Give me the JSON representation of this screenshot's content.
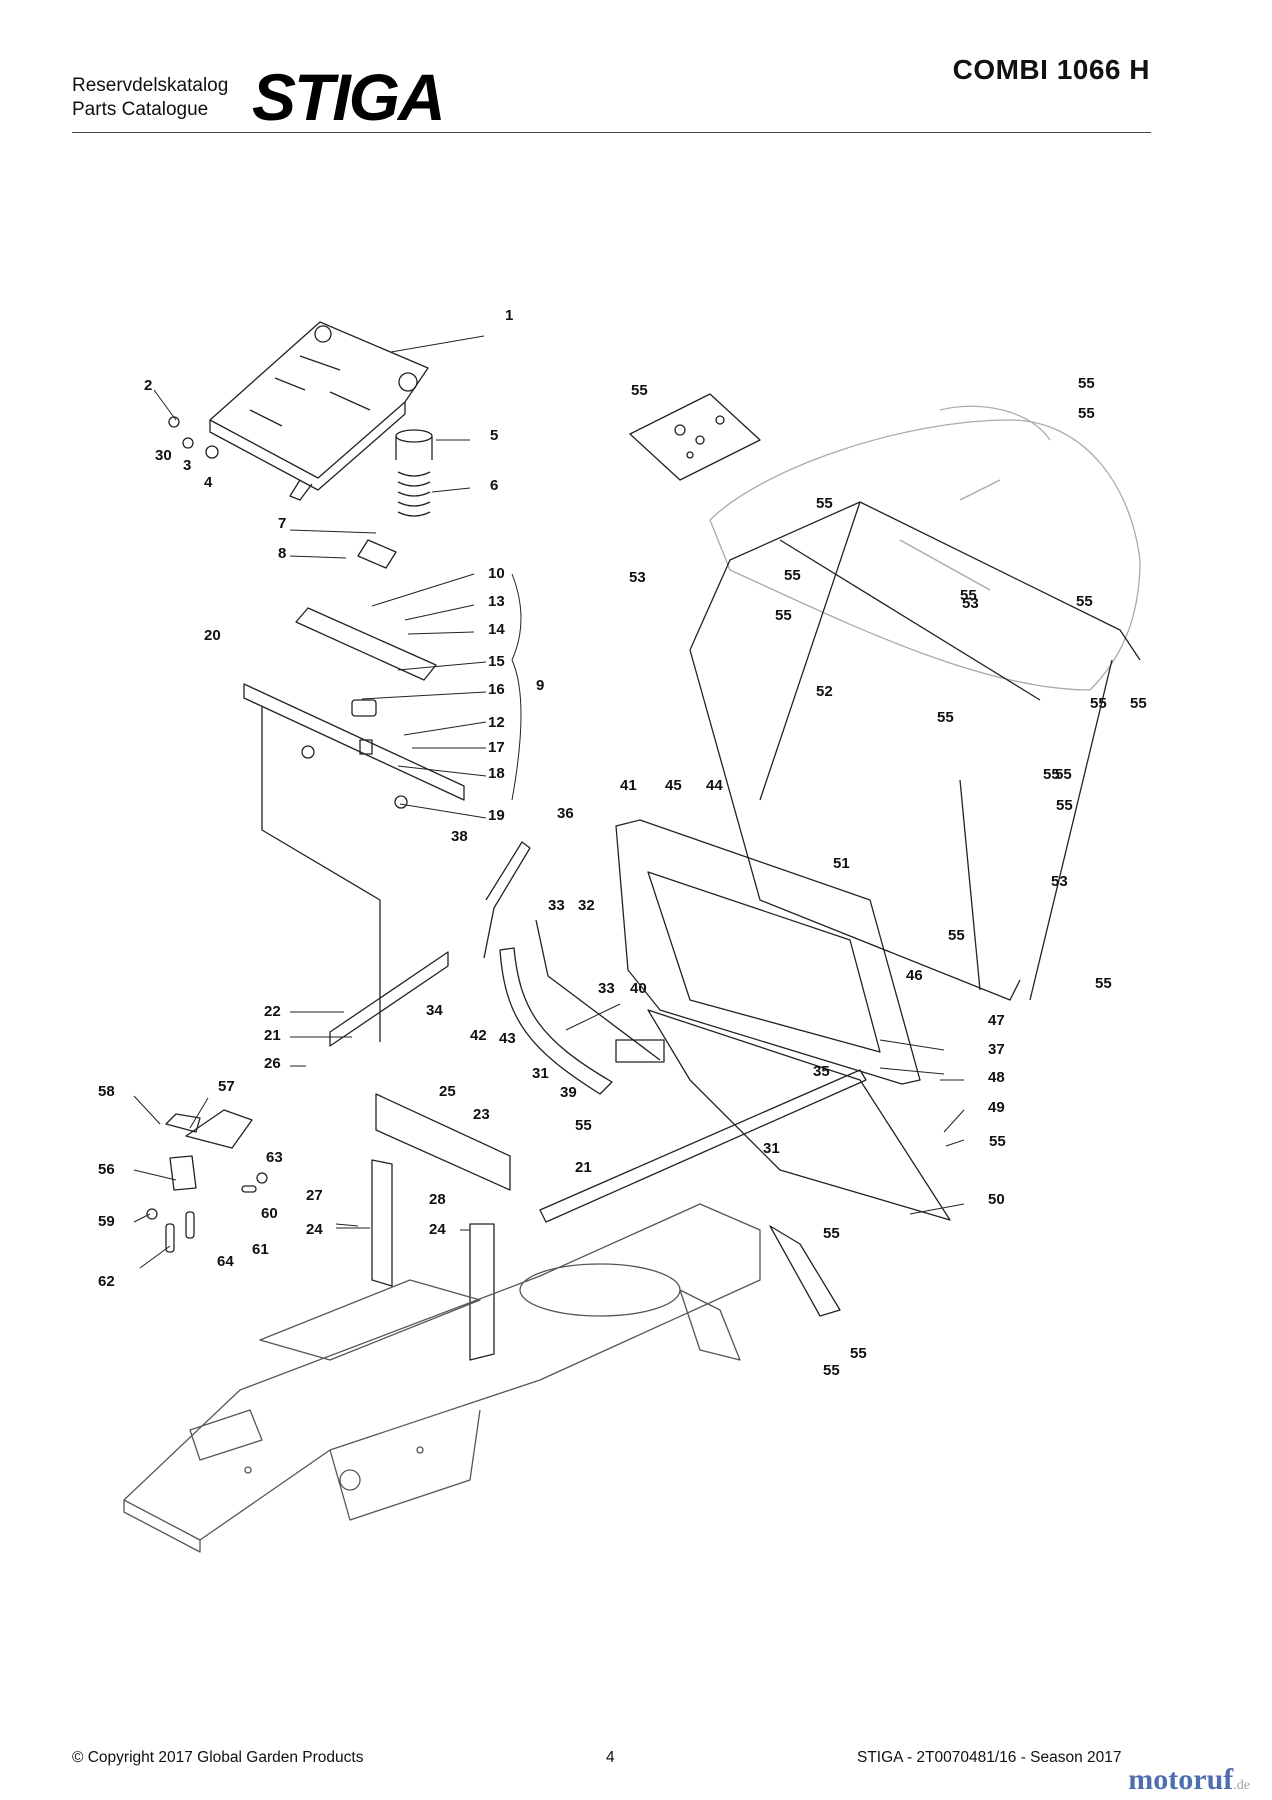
{
  "header": {
    "subtitle_line1": "Reservdelskatalog",
    "subtitle_line2": "Parts Catalogue",
    "brand": "STIGA",
    "model": "COMBI 1066 H"
  },
  "footer": {
    "copyright": "© Copyright 2017 Global Garden Products",
    "page_number": "4",
    "catalog_ref": "STIGA - 2T0070481/16 - Season 2017"
  },
  "watermark": {
    "text": "motoruf",
    "suffix": ".de"
  },
  "diagram": {
    "callouts": [
      "1",
      "2",
      "30",
      "3",
      "4",
      "5",
      "6",
      "7",
      "8",
      "10",
      "13",
      "14",
      "20",
      "15",
      "9",
      "16",
      "12",
      "17",
      "18",
      "19",
      "36",
      "38",
      "33",
      "32",
      "34",
      "22",
      "21",
      "26",
      "42",
      "43",
      "31",
      "33",
      "40",
      "39",
      "25",
      "23",
      "58",
      "57",
      "56",
      "63",
      "59",
      "60",
      "61",
      "62",
      "64",
      "27",
      "28",
      "24",
      "24",
      "55",
      "21",
      "31",
      "41",
      "45",
      "44",
      "51",
      "46",
      "47",
      "37",
      "35",
      "48",
      "49",
      "55",
      "50",
      "55",
      "55",
      "55",
      "55",
      "55",
      "55",
      "55",
      "53",
      "55",
      "55",
      "55",
      "53",
      "55",
      "52",
      "55",
      "55",
      "55",
      "55",
      "53",
      "55",
      "55",
      "55",
      "55"
    ]
  }
}
